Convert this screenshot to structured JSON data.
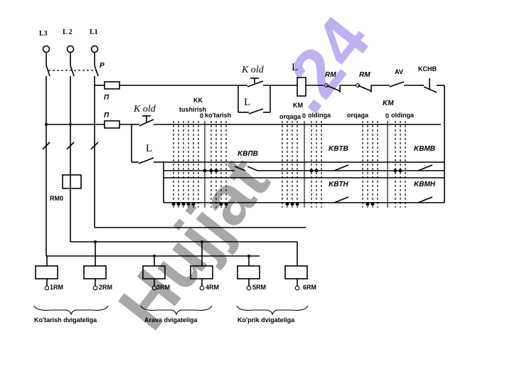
{
  "phases": {
    "l3": "L3",
    "l2": "L 2",
    "l1": "L1"
  },
  "switch": {
    "p": "P"
  },
  "fuses": {
    "top": "П",
    "bottom": "П"
  },
  "row1": {
    "k_old": "K old",
    "l_coil": "L",
    "l_hold": "L",
    "km": "KM",
    "rm1": "RM",
    "rm2": "RM",
    "av": "AV",
    "kchb": "KCHB"
  },
  "row2": {
    "k_old": "K old",
    "l": "L",
    "tushirish": "tushirish",
    "kk": "KK",
    "kotarish": "ko'tarish",
    "zero1": "0",
    "orqaga1": "orqaga",
    "oldinga1": "oldinga",
    "zero2": "0",
    "km": "KM",
    "orqaga2": "orqaga",
    "oldinga2": "oldinga",
    "zero3": "0"
  },
  "limits": {
    "kvpv": "KBПB",
    "kvtv": "KBTB",
    "kvtn": "KBTH",
    "kvmv": "KBMB",
    "kvmn": "KBMH"
  },
  "relays": {
    "rm0": "RM0",
    "r1": "1RM",
    "r2": "2RM",
    "r3": "3RM",
    "r4": "4RM",
    "r5": "5RM",
    "r6": "6RM"
  },
  "groups": {
    "hoist": "Ko'tarish dvigateliga",
    "trolley": "Arava dvigateliga",
    "bridge": "Ko'prik dvigateliga"
  },
  "watermark": {
    "text": "Hujjat.24"
  },
  "colors": {
    "wire": "#000000",
    "watermark_gray": "#a8a8a8",
    "watermark_purple": "#bfb0f2"
  }
}
